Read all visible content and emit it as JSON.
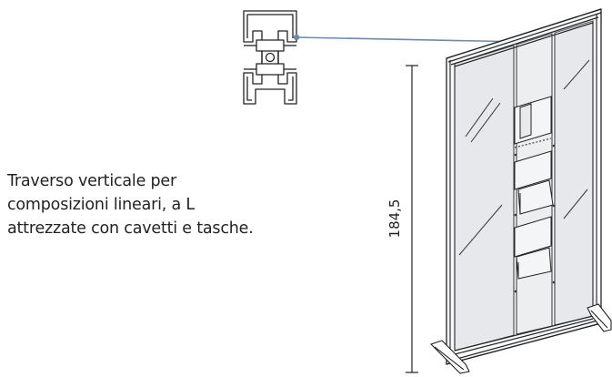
{
  "description": {
    "lines": [
      "Traverso verticale per",
      "composizioni lineari, a L",
      "attrezzate con cavetti e tasche."
    ]
  },
  "dimension": {
    "height_label": "184,5"
  },
  "colors": {
    "line": "#222222",
    "leader": "#6d8aa6",
    "panel": "#e3e5e8"
  }
}
